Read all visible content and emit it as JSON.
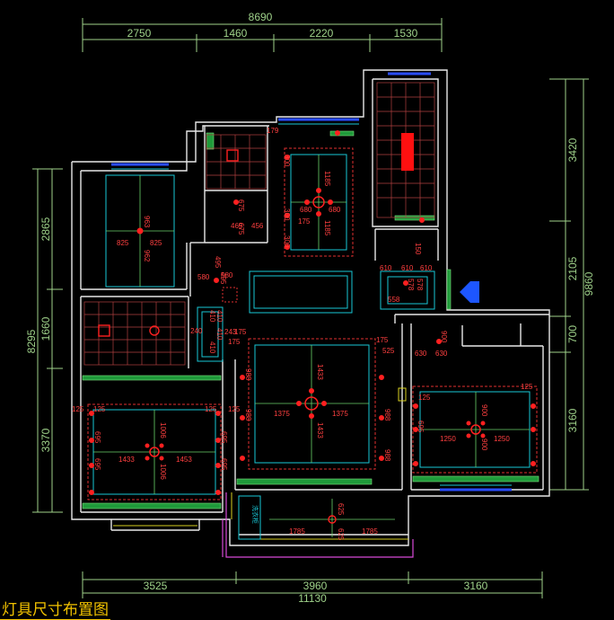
{
  "title": "灯具尺寸布置图",
  "top_dims": {
    "total": "8690",
    "segments": [
      "2750",
      "1460",
      "2220",
      "1530"
    ]
  },
  "bottom_dims": {
    "total": "11130",
    "segments": [
      "3525",
      "3960",
      "3160"
    ]
  },
  "left_dims": {
    "total": "8295",
    "segments": [
      "2865",
      "1660",
      "3370"
    ]
  },
  "right_dims": {
    "total": "9860",
    "segments": [
      "3420",
      "2105",
      "700",
      "3160"
    ]
  },
  "room_labels": {
    "bedroom_nw": [
      "963",
      "825",
      "825",
      "962"
    ],
    "kitchen_top": [
      "179",
      "300",
      "675",
      "465",
      "456",
      "675"
    ],
    "dining": [
      "1185",
      "680",
      "680",
      "1185",
      "175",
      "300",
      "300"
    ],
    "hall_small": [
      "580",
      "580",
      "495",
      "495",
      "410",
      "410",
      "410",
      "410",
      "240",
      "243",
      "175",
      "175"
    ],
    "living": [
      "1433",
      "1375",
      "1375",
      "1433",
      "988",
      "988",
      "988",
      "988",
      "175",
      "525"
    ],
    "bedroom_sw": [
      "1006",
      "1433",
      "1453",
      "1006",
      "695",
      "695",
      "695",
      "695",
      "125",
      "125",
      "125",
      "125"
    ],
    "bedroom_se": [
      "900",
      "1250",
      "1250",
      "900",
      "125",
      "125",
      "630",
      "630",
      "900",
      "695"
    ],
    "bath_right": [
      "610",
      "610",
      "610",
      "558",
      "578",
      "578",
      "150"
    ],
    "balcony_bottom": [
      "1785",
      "1785",
      "625",
      "625"
    ],
    "balcony_tag": "洗衣柜"
  }
}
